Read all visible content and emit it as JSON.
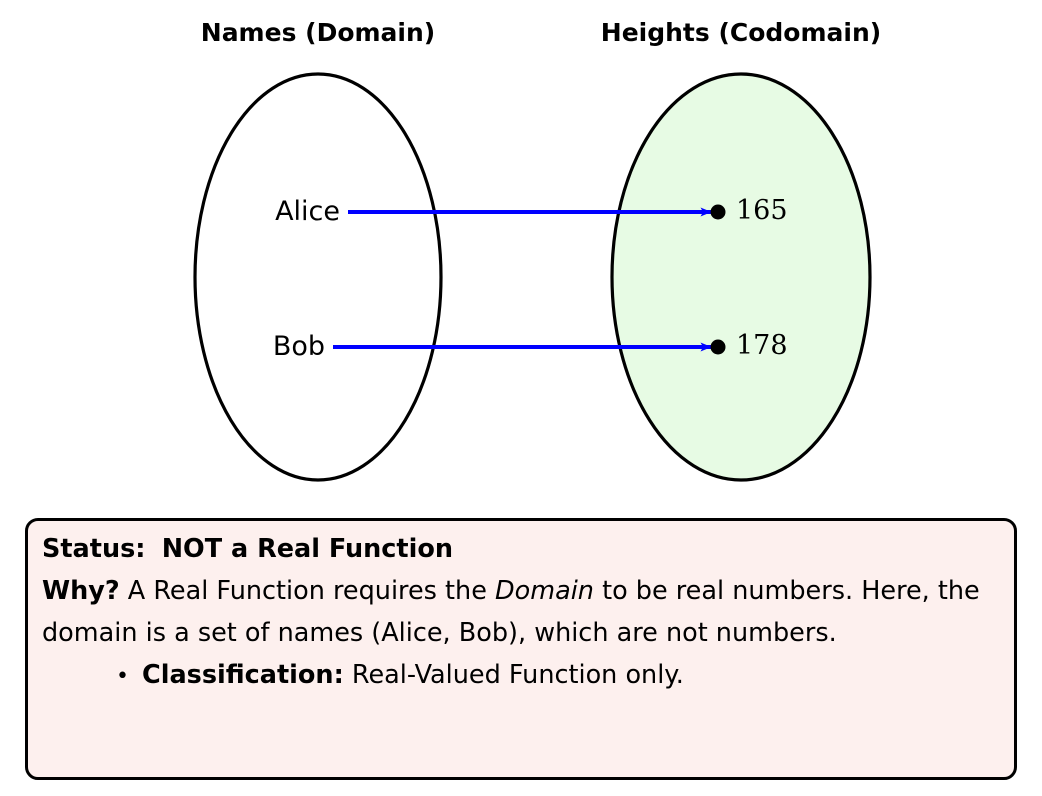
{
  "headings": {
    "domain": "Names (Domain)",
    "codomain": "Heights (Codomain)"
  },
  "mapping": {
    "domain_set": {
      "fill_color": "#ffffff",
      "stroke_color": "#000000",
      "elements": [
        {
          "label": "Alice"
        },
        {
          "label": "Bob"
        }
      ]
    },
    "codomain_set": {
      "fill_color": "#e7fbe4",
      "stroke_color": "#000000",
      "elements": [
        {
          "label": "165"
        },
        {
          "label": "178"
        }
      ]
    },
    "arrow_color": "#0000ff",
    "arrows": [
      {
        "from": "Alice",
        "to": "165"
      },
      {
        "from": "Bob",
        "to": "178"
      }
    ]
  },
  "status_box": {
    "background_color": "#fdf0ee",
    "border_color": "#000000",
    "status_label": "Status:",
    "status_value": "NOT a Real Function",
    "why_label": "Why?",
    "why_text_part1": " A Real Function requires the ",
    "why_emphasis": "Domain",
    "why_text_part2": " to be real numbers. Here, the domain is a set of names (Alice, Bob), which are not numbers.",
    "bullet_glyph": "•",
    "classification_label": "Classification:",
    "classification_value": " Real-Valued Function only."
  }
}
